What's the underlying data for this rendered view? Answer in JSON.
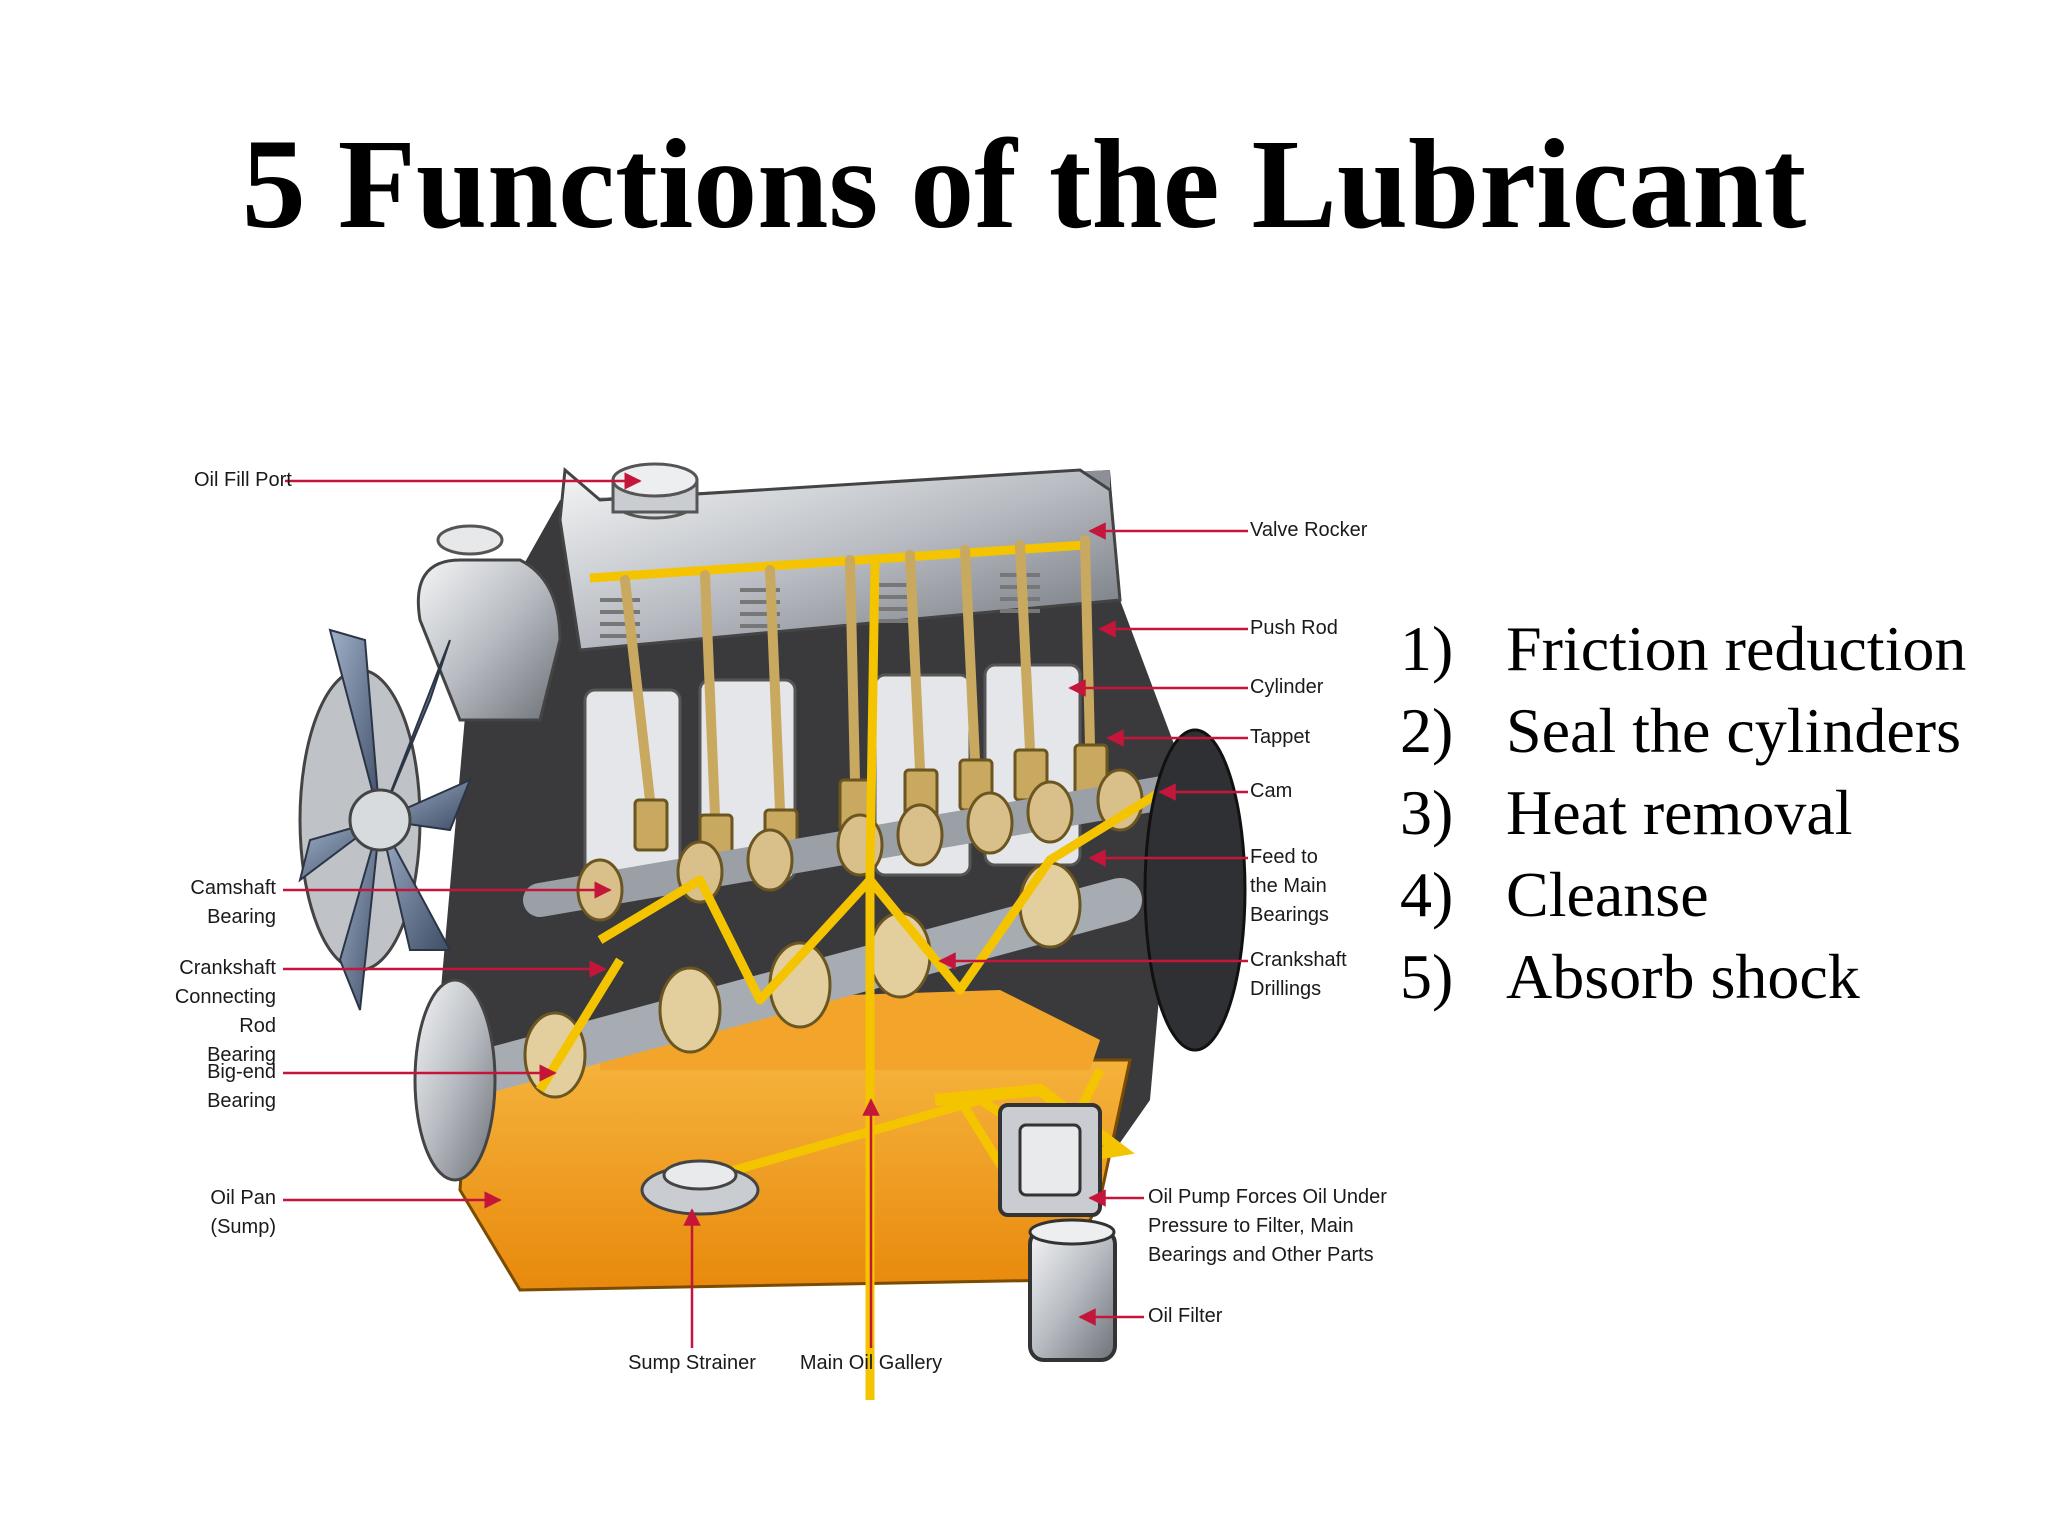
{
  "title": "5 Functions of the Lubricant",
  "functions": [
    {
      "num": "1)",
      "text": "Friction reduction"
    },
    {
      "num": "2)",
      "text": "Seal the cylinders"
    },
    {
      "num": "3)",
      "text": "Heat removal"
    },
    {
      "num": "4)",
      "text": "Cleanse"
    },
    {
      "num": "5)",
      "text": "Absorb shock"
    }
  ],
  "labels": {
    "oil_fill_port": "Oil Fill Port",
    "camshaft_bearing": "Camshaft\nBearing",
    "crankshaft_conrod_bearing": "Crankshaft\nConnecting\nRod Bearing",
    "big_end_bearing": "Big-end\nBearing",
    "oil_pan": "Oil Pan\n(Sump)",
    "sump_strainer": "Sump Strainer",
    "main_oil_gallery": "Main Oil Gallery",
    "valve_rocker": "Valve Rocker",
    "push_rod": "Push Rod",
    "cylinder": "Cylinder",
    "tappet": "Tappet",
    "cam": "Cam",
    "feed_main_bearings": "Feed to\nthe Main\nBearings",
    "crankshaft_drillings": "Crankshaft\nDrillings",
    "oil_pump": "Oil Pump Forces Oil Under\nPressure to Filter, Main\nBearings and Other Parts",
    "oil_filter": "Oil Filter"
  },
  "colors": {
    "leader_line": "#c4163a",
    "oil": "#f0a21c",
    "oil_path": "#f5c400",
    "metal": "#c9ccd0"
  }
}
